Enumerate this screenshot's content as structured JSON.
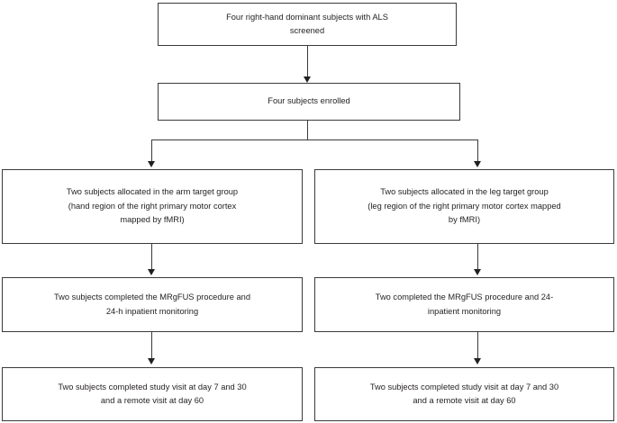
{
  "chart_data": {
    "type": "diagram",
    "title": "CONSORT-style participant flow diagram",
    "nodes": [
      {
        "id": "screened",
        "label": "Four right-hand dominant subjects with ALS\nscreened",
        "row": 1,
        "column": "center"
      },
      {
        "id": "enrolled",
        "label": "Four subjects enrolled",
        "row": 2,
        "column": "center"
      },
      {
        "id": "arm_group",
        "label": "Two subjects allocated in the arm target group\n(hand region of the right primary motor cortex\nmapped by fMRI)",
        "row": 3,
        "column": "left"
      },
      {
        "id": "leg_group",
        "label": "Two subjects allocated in the leg target group\n(leg region of the right primary motor cortex mapped\nby fMRI)",
        "row": 3,
        "column": "right"
      },
      {
        "id": "arm_proc",
        "label": "Two subjects completed the MRgFUS procedure and\n24-h inpatient monitoring",
        "row": 4,
        "column": "left"
      },
      {
        "id": "leg_proc",
        "label": "Two completed the MRgFUS procedure and 24-\ninpatient monitoring",
        "row": 4,
        "column": "right"
      },
      {
        "id": "arm_visit",
        "label": "Two subjects completed study visit at day 7 and 30\nand a remote visit at day 60",
        "row": 5,
        "column": "left"
      },
      {
        "id": "leg_visit",
        "label": "Two subjects completed study visit at day 7 and 30\nand a remote visit at day 60",
        "row": 5,
        "column": "right"
      }
    ],
    "edges": [
      {
        "from": "screened",
        "to": "enrolled",
        "style": "arrow"
      },
      {
        "from": "enrolled",
        "to": "arm_group",
        "style": "split-arrow"
      },
      {
        "from": "enrolled",
        "to": "leg_group",
        "style": "split-arrow"
      },
      {
        "from": "arm_group",
        "to": "arm_proc",
        "style": "arrow"
      },
      {
        "from": "leg_group",
        "to": "leg_proc",
        "style": "arrow"
      },
      {
        "from": "arm_proc",
        "to": "arm_visit",
        "style": "arrow"
      },
      {
        "from": "leg_proc",
        "to": "leg_visit",
        "style": "arrow"
      }
    ],
    "colors": {
      "box_border": "#3a3a3a",
      "box_fill": "#ffffff",
      "text": "#231f20",
      "connector": "#3a3a3a"
    }
  },
  "nodes": {
    "screened": "Four right-hand dominant subjects with ALS\nscreened",
    "enrolled": "Four subjects enrolled",
    "arm_group": "Two subjects allocated in the arm target group\n(hand region of the right primary motor cortex\nmapped by fMRI)",
    "leg_group": "Two subjects allocated in the leg target group\n(leg region of the right primary motor cortex mapped\nby fMRI)",
    "arm_proc": "Two subjects completed the MRgFUS procedure and\n24-h inpatient monitoring",
    "leg_proc": "Two completed the MRgFUS procedure and 24-\ninpatient monitoring",
    "arm_visit": "Two subjects completed study visit at day 7 and 30\nand a remote visit at day 60",
    "leg_visit": "Two subjects completed study visit at day 7 and 30\nand a remote visit at day 60"
  }
}
